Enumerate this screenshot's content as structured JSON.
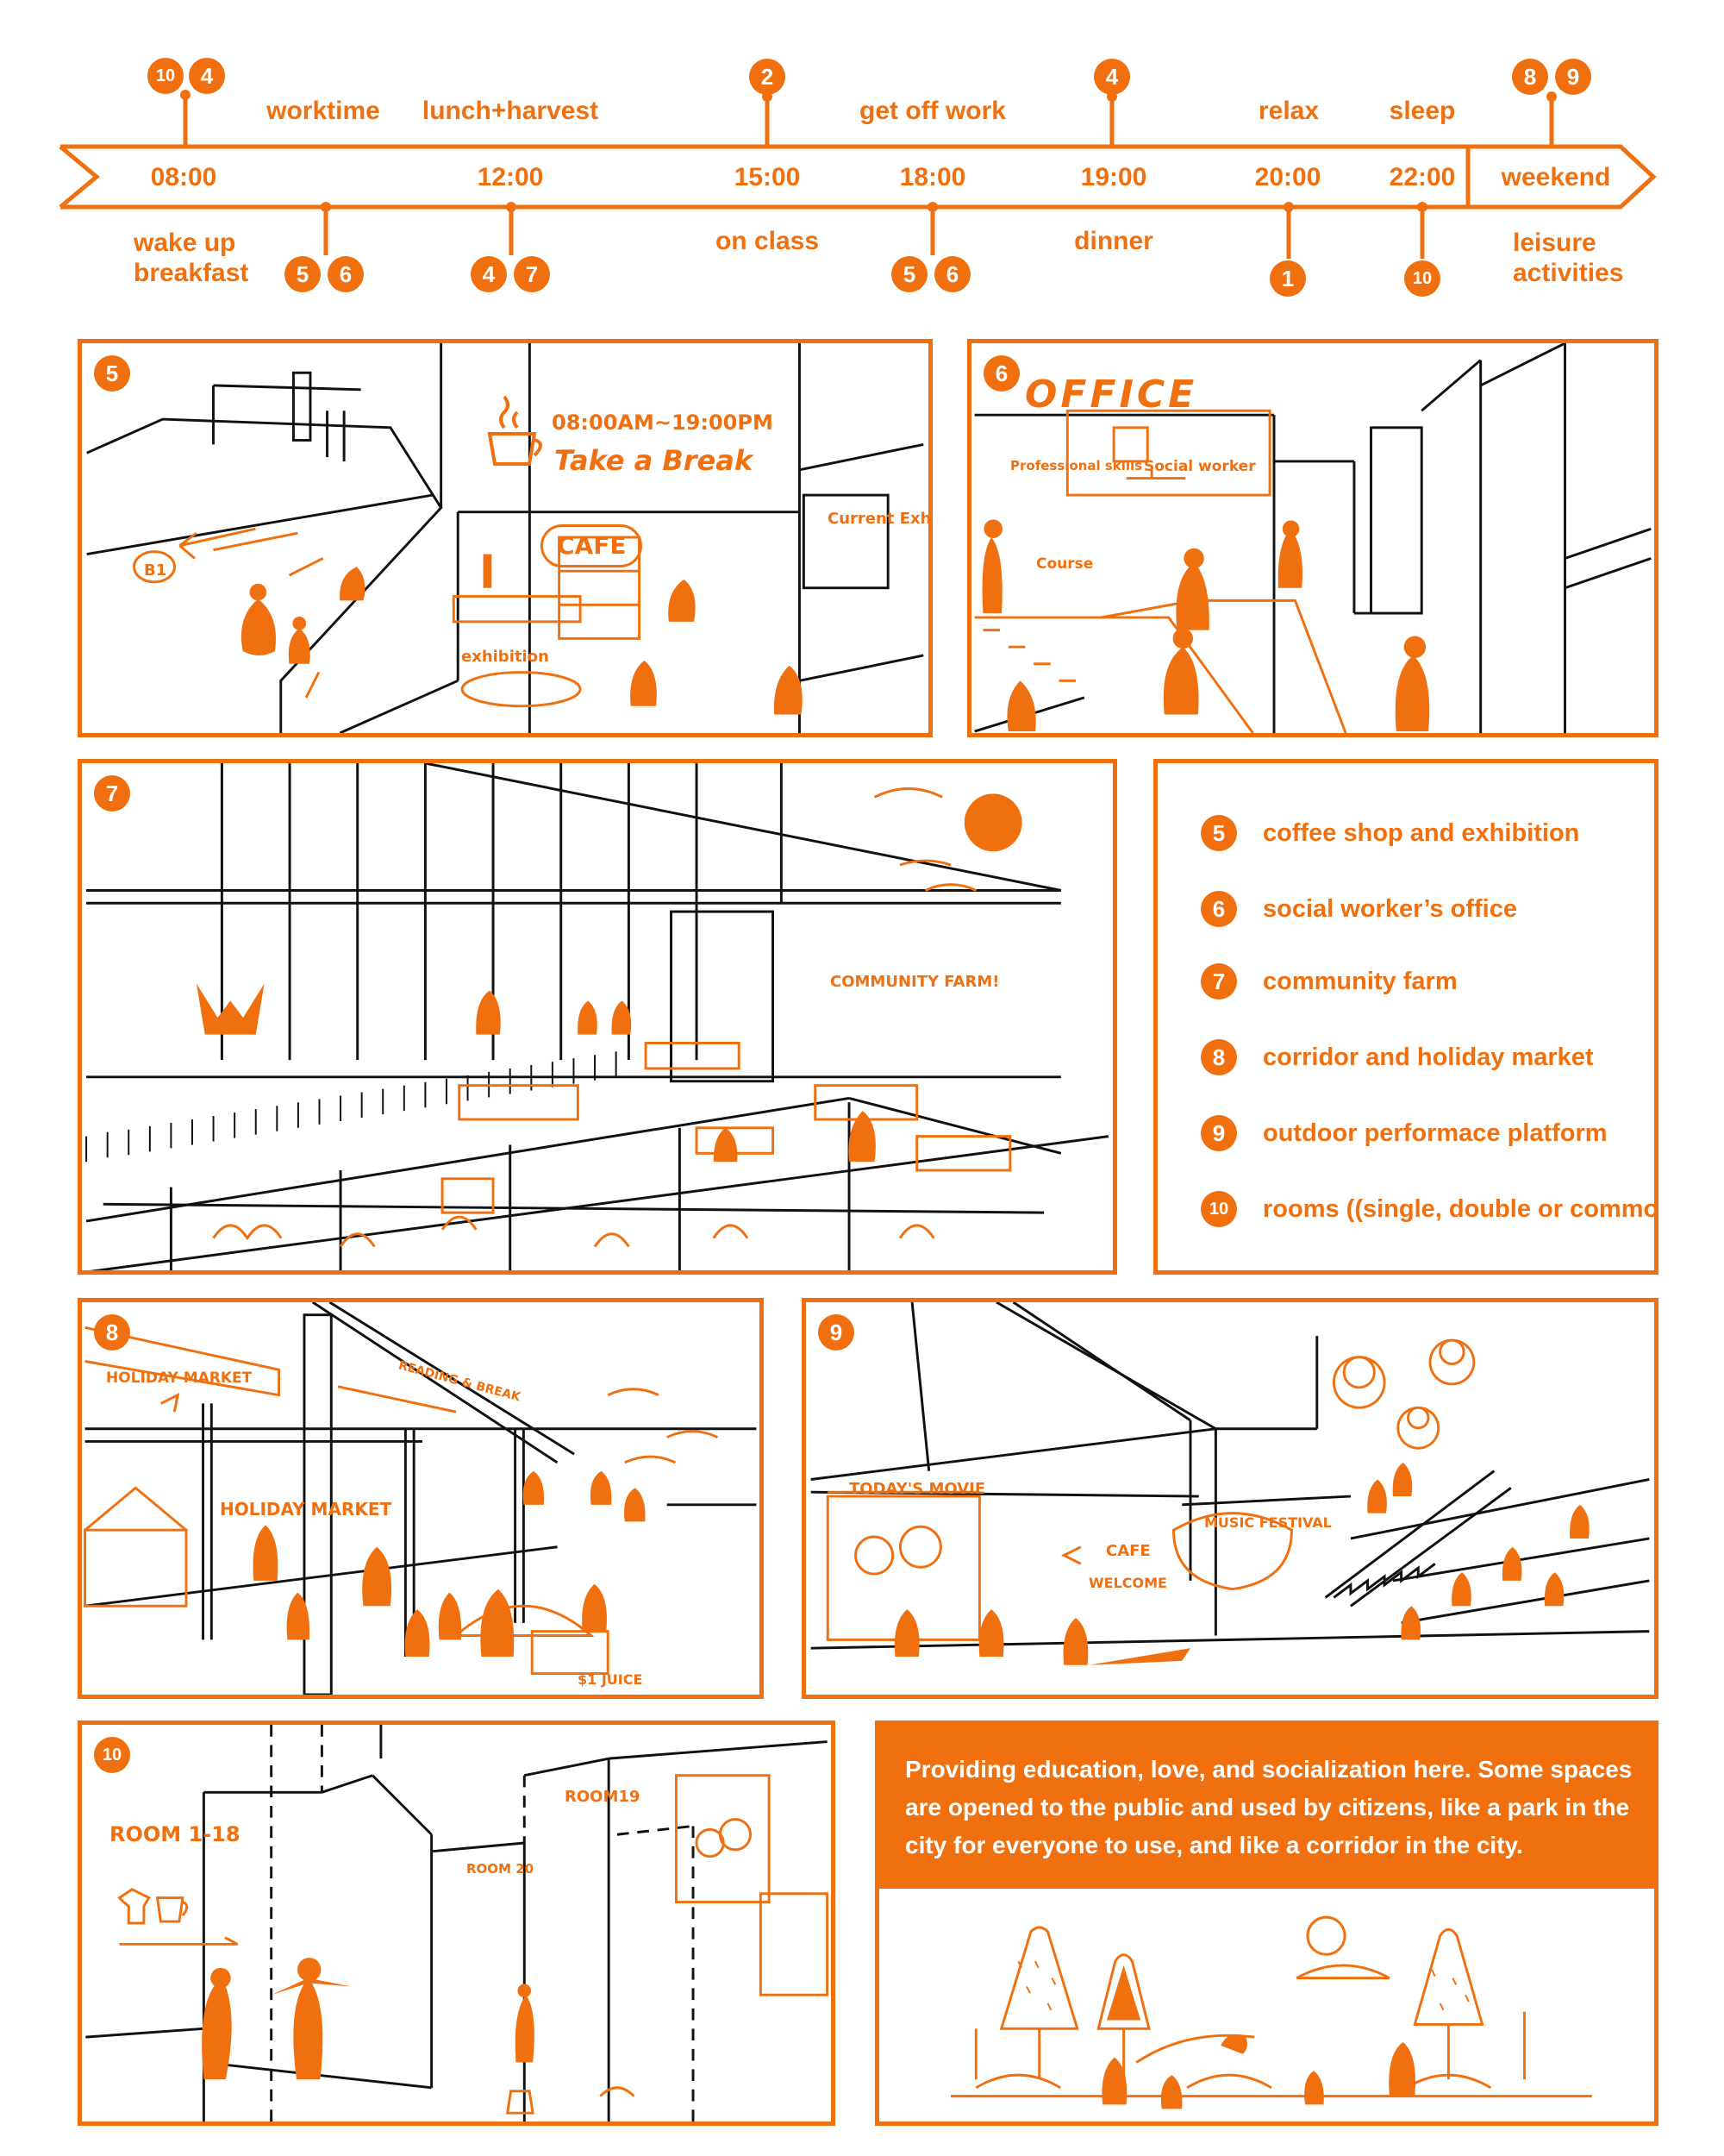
{
  "timeline": {
    "times": [
      "08:00",
      "12:00",
      "15:00",
      "18:00",
      "19:00",
      "20:00",
      "22:00"
    ],
    "weekend": "weekend",
    "above": [
      "worktime",
      "lunch+harvest",
      "get off work",
      "relax",
      "sleep"
    ],
    "below": [
      "wake up\nbreakfast",
      "on class",
      "dinner",
      "leisure\nactivities"
    ],
    "badges": [
      "10",
      "4",
      "2",
      "4",
      "8",
      "9",
      "5",
      "6",
      "4",
      "7",
      "5",
      "6",
      "1",
      "10"
    ]
  },
  "panels": {
    "p5": {
      "badge": "5",
      "hours": "08:00AM~19:00PM",
      "take_break": "Take a Break",
      "cafe": "CAFE",
      "exhibition": "exhibition",
      "b1": "B1",
      "current_exhibition": "Current\nExhibition"
    },
    "p6": {
      "badge": "6",
      "office": "OFFICE",
      "skills": "Professional\nskills",
      "social_worker": "Social\nworker",
      "course": "Course"
    },
    "p7": {
      "badge": "7",
      "farm": "COMMUNITY\nFARM!"
    },
    "p8": {
      "badge": "8",
      "holiday_market": "HOLIDAY\nMARKET",
      "holiday_market2": "HOLIDAY\nMARKET",
      "reading": "READING & BREAK",
      "juice": "$1 JUICE"
    },
    "p9": {
      "badge": "9",
      "todays_movie": "TODAY'S MOVIE",
      "cafe": "CAFE",
      "welcome": "WELCOME",
      "music_festival": "MUSIC\nFESTIVAL"
    },
    "p10": {
      "badge": "10",
      "room_range": "ROOM\n1-18",
      "room20": "ROOM\n20",
      "room19": "ROOM19"
    }
  },
  "legend": [
    {
      "num": "5",
      "label": "coffee shop and exhibition"
    },
    {
      "num": "6",
      "label": "social worker’s office"
    },
    {
      "num": "7",
      "label": "community farm"
    },
    {
      "num": "8",
      "label": "corridor and holiday market"
    },
    {
      "num": "9",
      "label": "outdoor performace platform"
    },
    {
      "num": "10",
      "label": "rooms ((single, double or common)"
    }
  ],
  "description": "Providing education, love, and socialization here. Some spaces are opened to the public and used by citizens, like a park in the city for everyone to use, and like a corridor in the city.",
  "colors": {
    "accent": "#f07010",
    "ink": "#111111"
  }
}
